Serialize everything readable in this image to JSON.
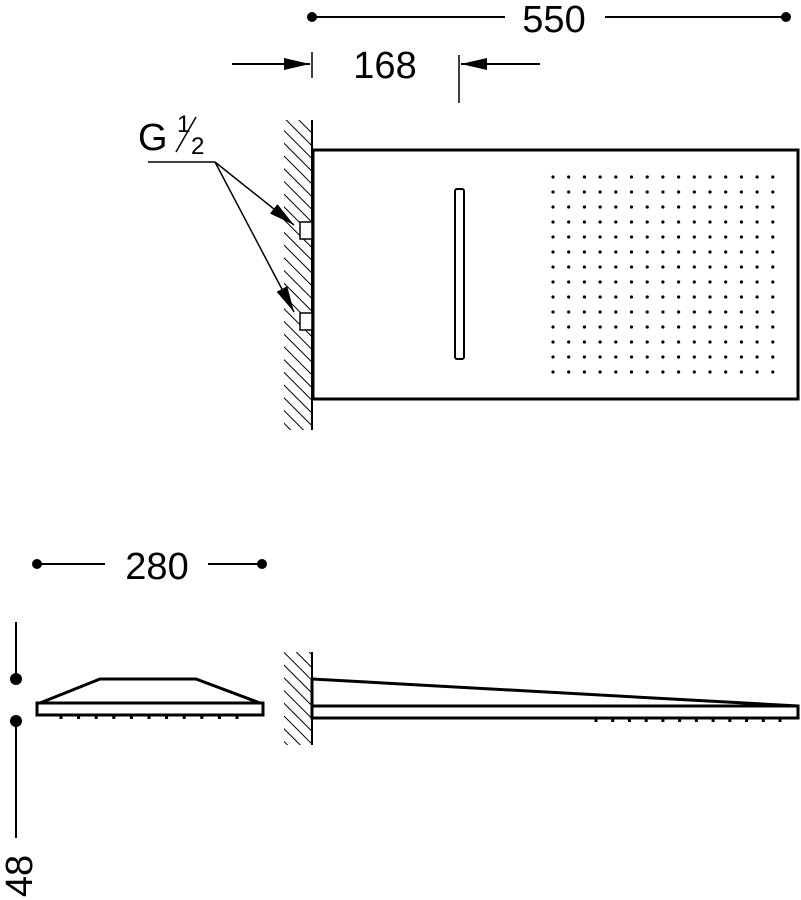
{
  "dimensions": {
    "overall_width": "550",
    "wall_offset": "168",
    "depth": "280",
    "height": "48"
  },
  "thread_label": {
    "prefix": "G",
    "numerator": "1",
    "denominator": "2"
  },
  "nozzle_grid": {
    "columns": 15,
    "rows": 14
  },
  "colors": {
    "line": "#000000",
    "background": "#ffffff"
  }
}
